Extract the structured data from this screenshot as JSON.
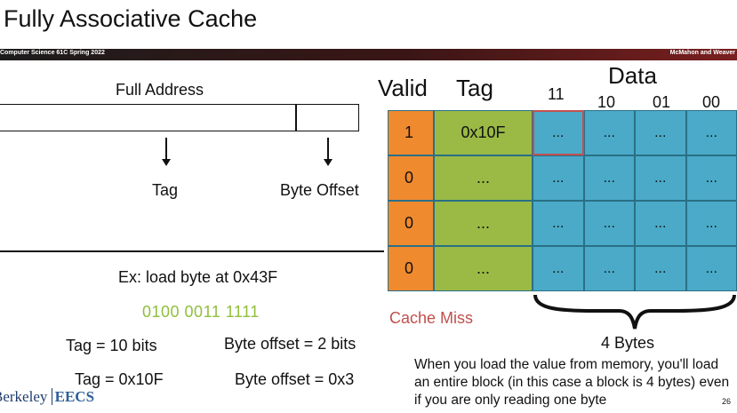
{
  "slide": {
    "title": "Fully Associative Cache",
    "band_left": "Computer Science 61C Spring 2022",
    "band_right": "McMahon and Weaver",
    "page_number": "26"
  },
  "address": {
    "title": "Full Address",
    "tag_label": "Tag",
    "offset_label": "Byte Offset"
  },
  "example": {
    "line": "Ex: load byte at 0x43F",
    "bits": "0100 0011 1111",
    "tag_bits": "Tag = 10 bits",
    "offset_bits": "Byte offset = 2 bits",
    "tag_value": "Tag = 0x10F",
    "offset_value": "Byte offset = 0x3"
  },
  "logo": {
    "left": "Berkeley",
    "right": "EECS"
  },
  "cache": {
    "valid_header": "Valid",
    "tag_header": "Tag",
    "data_header": "Data",
    "offset_columns": [
      "11",
      "10",
      "01",
      "00"
    ],
    "rows": [
      {
        "valid": "1",
        "tag": "0x10F",
        "data": [
          "...",
          "...",
          "...",
          "..."
        ]
      },
      {
        "valid": "0",
        "tag": "...",
        "data": [
          "...",
          "...",
          "...",
          "..."
        ]
      },
      {
        "valid": "0",
        "tag": "...",
        "data": [
          "...",
          "...",
          "...",
          "..."
        ]
      },
      {
        "valid": "0",
        "tag": "...",
        "data": [
          "...",
          "...",
          "...",
          "..."
        ]
      }
    ],
    "miss_label": "Cache Miss",
    "bytes_label": "4 Bytes",
    "note": "When you load the value from memory, you'll load an entire block (in this case a block is 4 bytes) even if you are only reading one byte"
  },
  "colors": {
    "valid": "#f08a2e",
    "tag": "#9aba45",
    "data": "#4aaac8",
    "miss": "#c0504d",
    "bits": "#8fbf3c"
  }
}
